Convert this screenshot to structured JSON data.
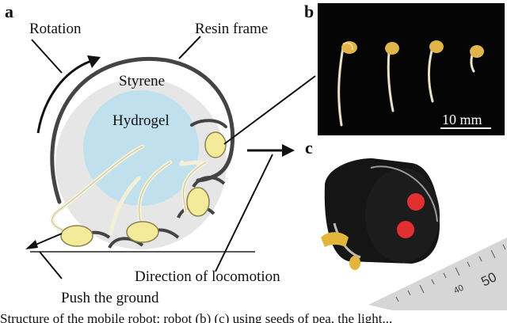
{
  "panels": {
    "a": "a",
    "b": "b",
    "c": "c"
  },
  "labels": {
    "rotation": "Rotation",
    "resin_frame": "Resin frame",
    "styrene": "Styrene",
    "hydrogel": "Hydrogel",
    "direction": "Direction of locomotion",
    "push": "Push the ground"
  },
  "scale_bar": "10 mm",
  "ruler_numbers": [
    "40",
    "50"
  ],
  "caption": "Structure of the mobile robot: robot (b) (c) using seeds of pea, the light..."
}
